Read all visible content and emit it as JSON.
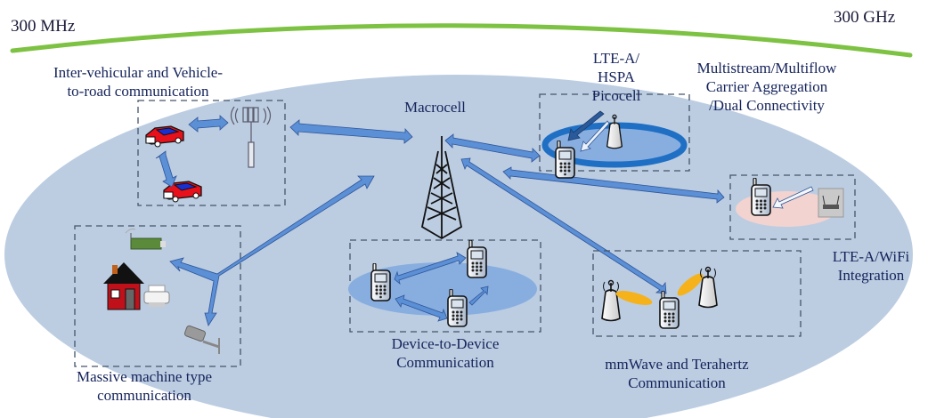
{
  "spectrum": {
    "low_label": "300 MHz",
    "high_label": "300 GHz"
  },
  "regions": {
    "v2x": {
      "lines": [
        "Inter-vehicular and Vehicle-",
        "to-road communication"
      ]
    },
    "macrocell": {
      "label": "Macrocell"
    },
    "picocell": {
      "lines": [
        "LTE-A/",
        "HSPA",
        "Picocell"
      ]
    },
    "multistream": {
      "lines": [
        "Multistream/Multiflow",
        "Carrier Aggregation",
        "/Dual Connectivity"
      ]
    },
    "wifi": {
      "lines": [
        "LTE-A/WiFi",
        "Integration"
      ]
    },
    "mmtc": {
      "lines": [
        "Massive machine type",
        "communication"
      ]
    },
    "d2d": {
      "lines": [
        "Device-to-Device",
        "Communication"
      ]
    },
    "mmwave": {
      "lines": [
        "mmWave and Terahertz",
        "Communication"
      ]
    }
  },
  "colors": {
    "ellipse": "#bccde2",
    "spectrum_line": "#7dc242",
    "arrow": "#5b8fd6",
    "arrow_stroke": "#2f5597",
    "dash_box": "#44546a",
    "picocell_ring": "#1f6fc4",
    "car_red": "#e8101a",
    "car_blue": "#1a2fd0",
    "beam": "#f5b21a",
    "wifi_zone": "#f2d3d0"
  }
}
